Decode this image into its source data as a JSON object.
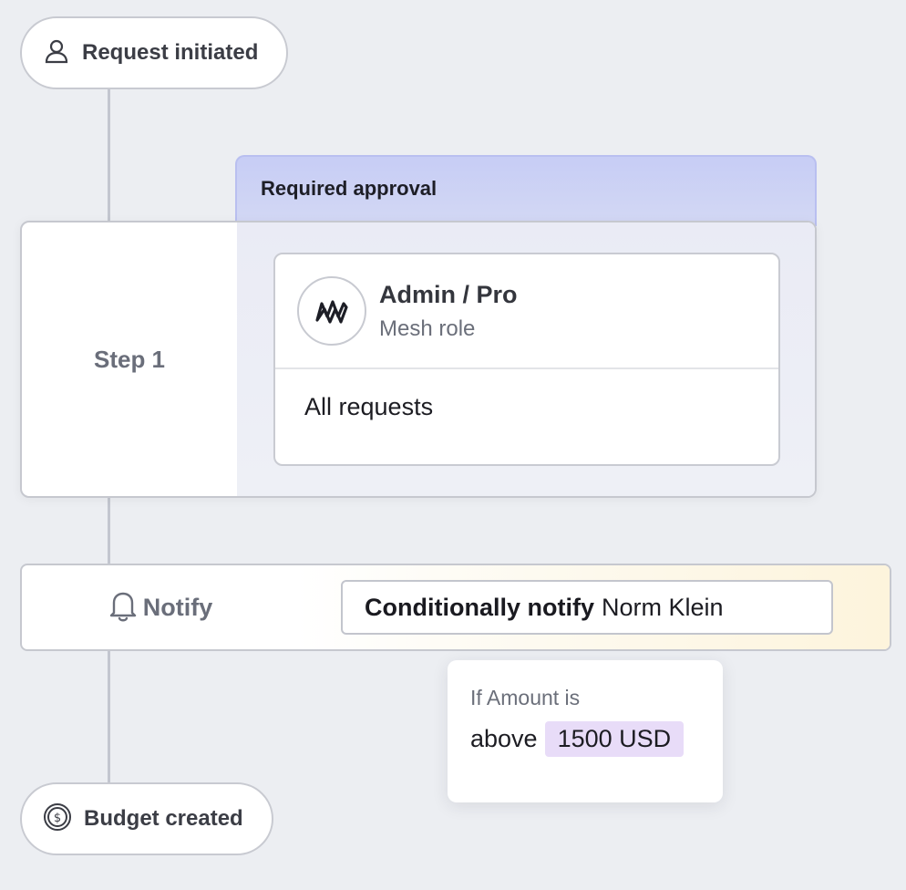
{
  "start_node": {
    "label": "Request initiated",
    "icon": "user-icon"
  },
  "approval": {
    "header": "Required approval",
    "step_label": "Step 1",
    "approver": {
      "title": "Admin / Pro",
      "subtitle": "Mesh role",
      "icon": "mesh-logo-icon",
      "scope": "All requests"
    }
  },
  "notify": {
    "label": "Notify",
    "icon": "bell-icon",
    "action": "Conditionally notify",
    "recipient": "Norm Klein"
  },
  "condition": {
    "label": "If Amount is",
    "operator": "above",
    "value": "1500 USD"
  },
  "end_node": {
    "label": "Budget created",
    "icon": "dollar-coin-icon"
  },
  "colors": {
    "background": "#eceef2",
    "approval_header": "#c7cdf5",
    "condition_value_bg": "#e8dcf8",
    "notify_gradient_end": "#fdf4dc"
  }
}
